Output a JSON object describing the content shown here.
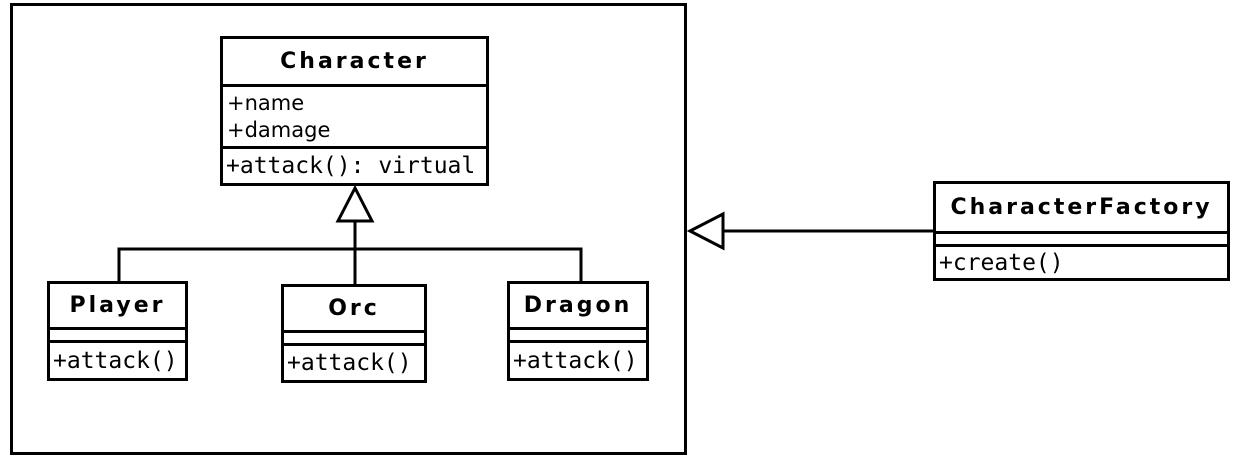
{
  "diagram": {
    "type": "uml-class-diagram",
    "background_color": "#ffffff",
    "line_color": "#000000"
  },
  "classes": {
    "character": {
      "name": "Character",
      "attributes": [
        "+name",
        "+damage"
      ],
      "methods": [
        "+attack(): virtual"
      ]
    },
    "player": {
      "name": "Player",
      "attributes": [],
      "methods": [
        "+attack()"
      ]
    },
    "orc": {
      "name": "Orc",
      "attributes": [],
      "methods": [
        "+attack()"
      ]
    },
    "dragon": {
      "name": "Dragon",
      "attributes": [],
      "methods": [
        "+attack()"
      ]
    },
    "factory": {
      "name": "CharacterFactory",
      "attributes": [],
      "methods": [
        "+create()"
      ]
    }
  },
  "relationships": [
    {
      "type": "generalization",
      "from": "Player",
      "to": "Character"
    },
    {
      "type": "generalization",
      "from": "Orc",
      "to": "Character"
    },
    {
      "type": "generalization",
      "from": "Dragon",
      "to": "Character"
    },
    {
      "type": "generalization",
      "from": "CharacterFactory",
      "to": "module-boundary"
    }
  ]
}
